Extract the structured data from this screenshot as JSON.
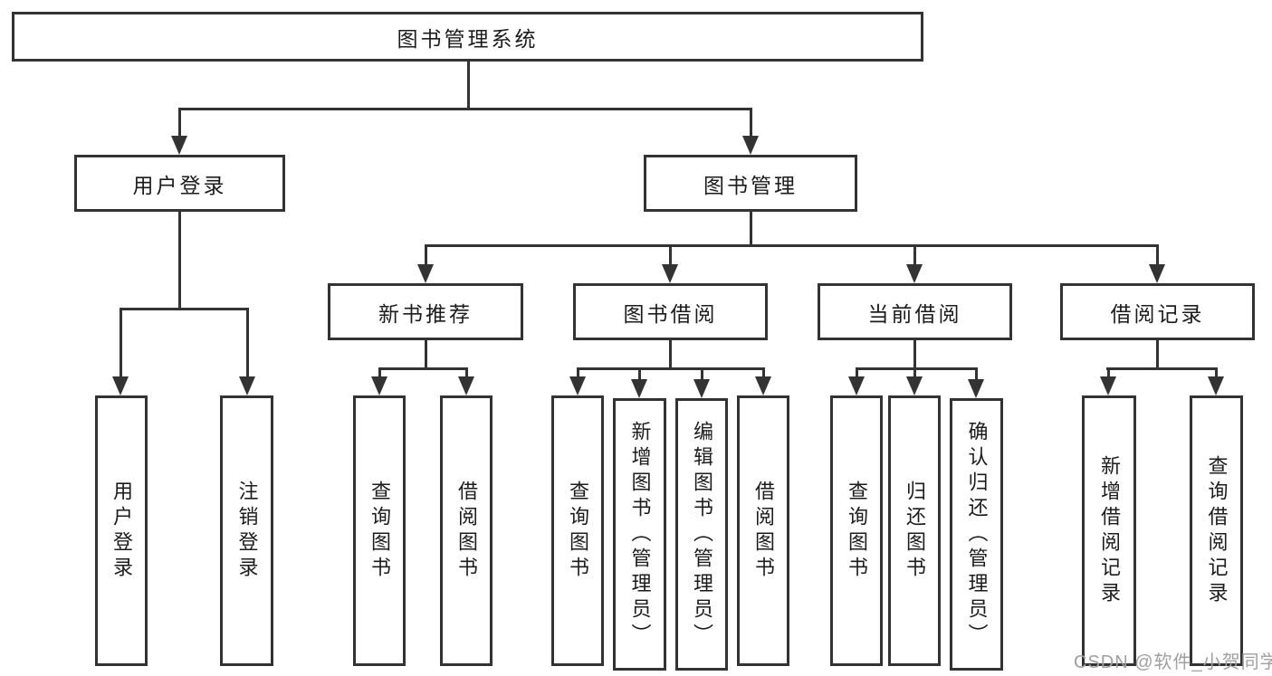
{
  "diagram": {
    "root": {
      "label": "图书管理系统"
    },
    "branches": [
      {
        "label": "用户登录",
        "children": [
          "用户登录",
          "注销登录"
        ]
      },
      {
        "label": "图书管理",
        "children": [
          {
            "label": "新书推荐",
            "children": [
              "查询图书",
              "借阅图书"
            ]
          },
          {
            "label": "图书借阅",
            "children": [
              "查询图书",
              "新增图书（管理员）",
              "编辑图书（管理员）",
              "借阅图书"
            ]
          },
          {
            "label": "当前借阅",
            "children": [
              "查询图书",
              "归还图书",
              "确认归还（管理员）"
            ]
          },
          {
            "label": "借阅记录",
            "children": [
              "新增借阅记录",
              "查询借阅记录"
            ]
          }
        ]
      }
    ]
  },
  "watermark": {
    "text": "CSDN @软件_小贺同学"
  },
  "colors": {
    "line": "#333333",
    "text": "#1c1c1c",
    "background": "#ffffff",
    "watermark": "#a0a0a0"
  }
}
